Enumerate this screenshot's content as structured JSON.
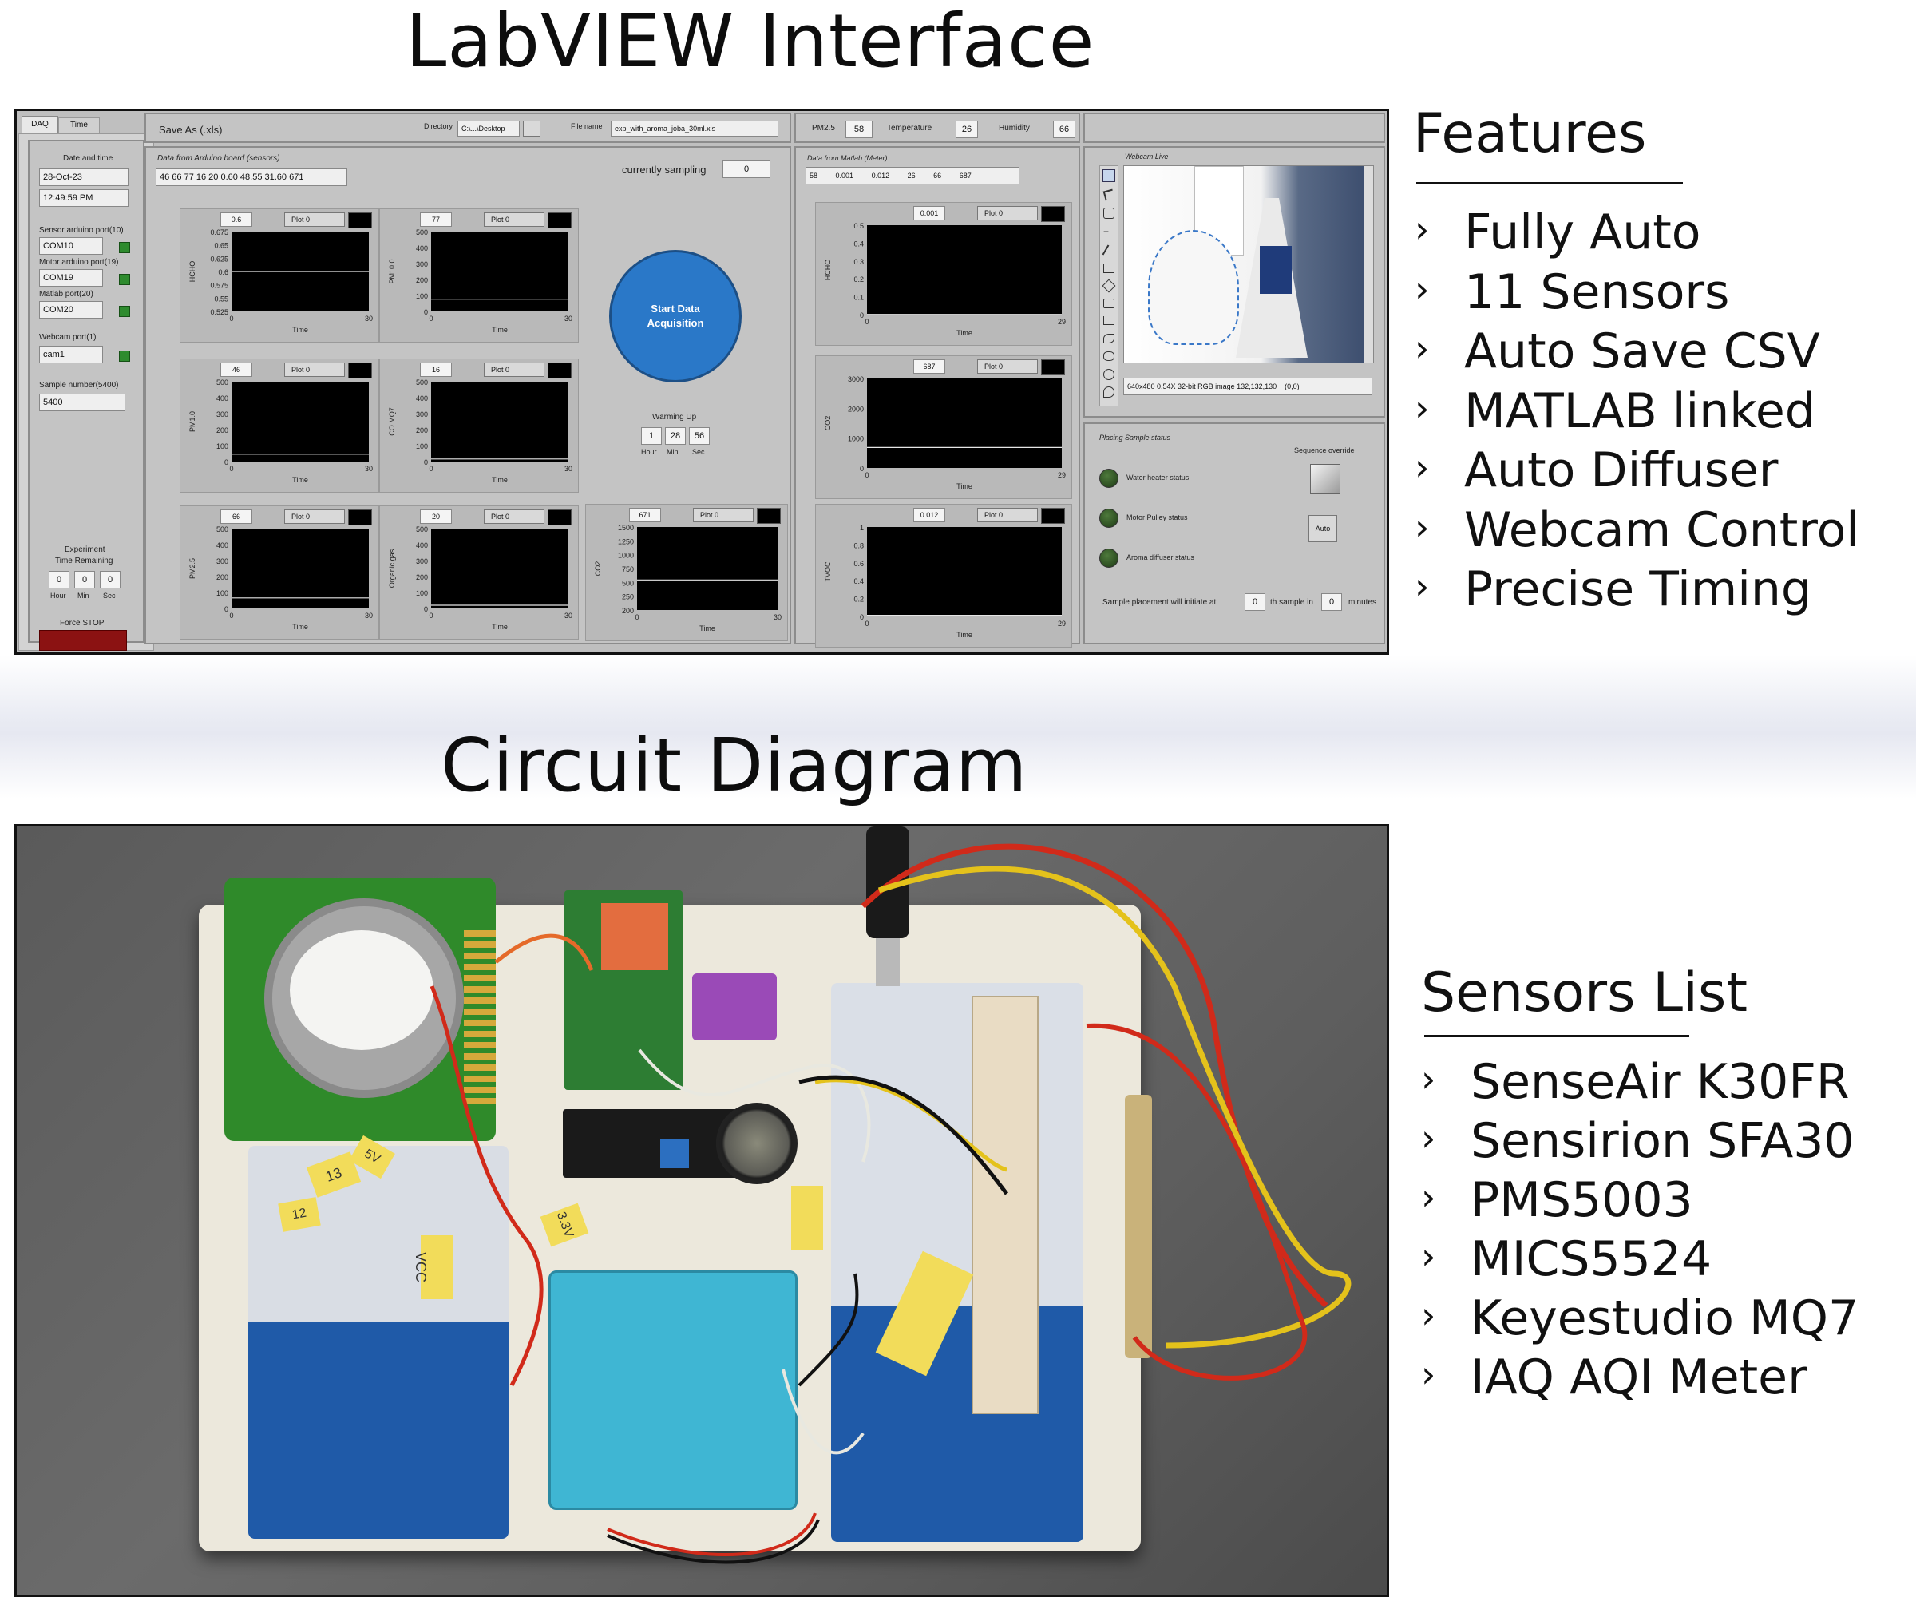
{
  "titles": {
    "labview": "LabVIEW Interface",
    "circuit": "Circuit Diagram"
  },
  "features": {
    "heading": "Features",
    "items": [
      "Fully Auto",
      "11 Sensors",
      "Auto Save CSV",
      "MATLAB linked",
      "Auto Diffuser",
      "Webcam Control",
      "Precise Timing"
    ]
  },
  "sensors": {
    "heading": "Sensors List",
    "items": [
      "SenseAir K30FR",
      "Sensirion SFA30",
      "PMS5003",
      "MICS5524",
      "Keyestudio MQ7",
      "IAQ AQI Meter"
    ]
  },
  "labview": {
    "tabs": [
      "DAQ",
      "Time"
    ],
    "left": {
      "date_label": "Date and time",
      "date": "28-Oct-23",
      "time": "12:49:59 PM",
      "sensor_port_label": "Sensor arduino port(10)",
      "sensor_port": "COM10",
      "motor_port_label": "Motor arduino port(19)",
      "motor_port": "COM19",
      "matlab_port_label": "Matlab port(20)",
      "matlab_port": "COM20",
      "webcam_port_label": "Webcam port(1)",
      "webcam_port": "cam1",
      "sample_label": "Sample number(5400)",
      "sample": "5400",
      "experiment_label": "Experiment",
      "remaining_label": "Time Remaining",
      "rem_values": [
        "0",
        "0",
        "0"
      ],
      "rem_units": [
        "Hour",
        "Min",
        "Sec"
      ],
      "force_stop": "Force STOP"
    },
    "top": {
      "save_as": "Save As (.xls)",
      "directory_label": "Directory",
      "directory": "C:\\...\\Desktop",
      "filename_label": "File name",
      "filename": "exp_with_aroma_joba_30ml.xls",
      "pm25_label": "PM2.5",
      "pm25": "58",
      "temp_label": "Temperature",
      "temp": "26",
      "hum_label": "Humidity",
      "hum": "66"
    },
    "arduino": {
      "title": "Data from Arduino board (sensors)",
      "data_string": "46 66 77 16 20 0.60 48.55 31.60 671",
      "sampling_label": "currently sampling",
      "sampling": "0",
      "start_button": "Start Data Acquisition",
      "warming_label": "Warming Up",
      "warming_values": [
        "1",
        "28",
        "56"
      ],
      "warming_units": [
        "Hour",
        "Min",
        "Sec"
      ]
    },
    "matlab": {
      "title": "Data from Matlab (Meter)",
      "row": [
        "58",
        "0.001",
        "0.012",
        "26",
        "66",
        "687"
      ]
    },
    "webcam": {
      "title": "Webcam Live",
      "info": "640x480 0.54X 32-bit RGB image 132,132,130",
      "coords": "(0,0)"
    },
    "status": {
      "title": "Placing Sample status",
      "override_label": "Sequence override",
      "leds": [
        "Water heater status",
        "Motor Pulley status",
        "Aroma diffuser status"
      ],
      "auto_button": "Auto",
      "footer_a": "Sample placement will initiate at",
      "footer_v1": "0",
      "footer_b": "th sample in",
      "footer_v2": "0",
      "footer_c": "minutes"
    },
    "plot_btn": "Plot 0",
    "charts": [
      {
        "id": "hcho",
        "ylabel": "HCHO",
        "xlabel": "Time",
        "value": "0.6",
        "ticks": [
          "0.675",
          "0.65",
          "0.625",
          "0.6",
          "0.575",
          "0.55",
          "0.525"
        ],
        "xticks": [
          "0",
          "30"
        ],
        "ylim": [
          0.525,
          0.675
        ],
        "level": 0.6
      },
      {
        "id": "pm10",
        "ylabel": "PM10.0",
        "xlabel": "Time",
        "value": "77",
        "ticks": [
          "500",
          "400",
          "300",
          "200",
          "100",
          "0"
        ],
        "xticks": [
          "0",
          "30"
        ],
        "ylim": [
          0,
          500
        ],
        "level": 77
      },
      {
        "id": "pm1",
        "ylabel": "PM1.0",
        "xlabel": "Time",
        "value": "46",
        "ticks": [
          "500",
          "400",
          "300",
          "200",
          "100",
          "0"
        ],
        "xticks": [
          "0",
          "30"
        ],
        "ylim": [
          0,
          500
        ],
        "level": 46
      },
      {
        "id": "co",
        "ylabel": "CO MQ7",
        "xlabel": "Time",
        "value": "16",
        "ticks": [
          "500",
          "400",
          "300",
          "200",
          "100",
          "0"
        ],
        "xticks": [
          "0",
          "30"
        ],
        "ylim": [
          0,
          500
        ],
        "level": 16
      },
      {
        "id": "pm25",
        "ylabel": "PM2.5",
        "xlabel": "Time",
        "value": "66",
        "ticks": [
          "500",
          "400",
          "300",
          "200",
          "100",
          "0"
        ],
        "xticks": [
          "0",
          "30"
        ],
        "ylim": [
          0,
          500
        ],
        "level": 66
      },
      {
        "id": "org",
        "ylabel": "Organic gas",
        "xlabel": "Time",
        "value": "20",
        "ticks": [
          "500",
          "400",
          "300",
          "200",
          "100",
          "0"
        ],
        "xticks": [
          "0",
          "30"
        ],
        "ylim": [
          0,
          500
        ],
        "level": 20
      },
      {
        "id": "co2a",
        "ylabel": "CO2",
        "xlabel": "Time",
        "value": "671",
        "ticks": [
          "1500",
          "1250",
          "1000",
          "750",
          "500",
          "250",
          "200"
        ],
        "xticks": [
          "0",
          "30"
        ],
        "ylim": [
          200,
          1500
        ],
        "level": 671
      },
      {
        "id": "hcho2",
        "ylabel": "HCHO",
        "xlabel": "Time",
        "value": "0.001",
        "ticks": [
          "0.5",
          "0.4",
          "0.3",
          "0.2",
          "0.1",
          "0"
        ],
        "xticks": [
          "0",
          "29"
        ],
        "ylim": [
          0,
          0.5
        ],
        "level": 0.001
      },
      {
        "id": "co2b",
        "ylabel": "CO2",
        "xlabel": "Time",
        "value": "687",
        "ticks": [
          "3000",
          "2000",
          "1000",
          "0"
        ],
        "xticks": [
          "0",
          "29"
        ],
        "ylim": [
          0,
          3000
        ],
        "level": 687
      },
      {
        "id": "tvoc",
        "ylabel": "TVOC",
        "xlabel": "Time",
        "value": "0.012",
        "ticks": [
          "1",
          "0.8",
          "0.6",
          "0.4",
          "0.2",
          "0"
        ],
        "xticks": [
          "0",
          "29"
        ],
        "ylim": [
          0,
          1
        ],
        "level": 0.012
      }
    ]
  },
  "photo_labels": [
    "13",
    "VCC",
    "3.3V",
    "12",
    "5V"
  ],
  "colors": {
    "plot_bg": "#000000",
    "trace": "#e6e6e6",
    "button_blue": "#2a78c8",
    "led_green": "#2e8b2e",
    "stop_red": "#8b1212"
  }
}
